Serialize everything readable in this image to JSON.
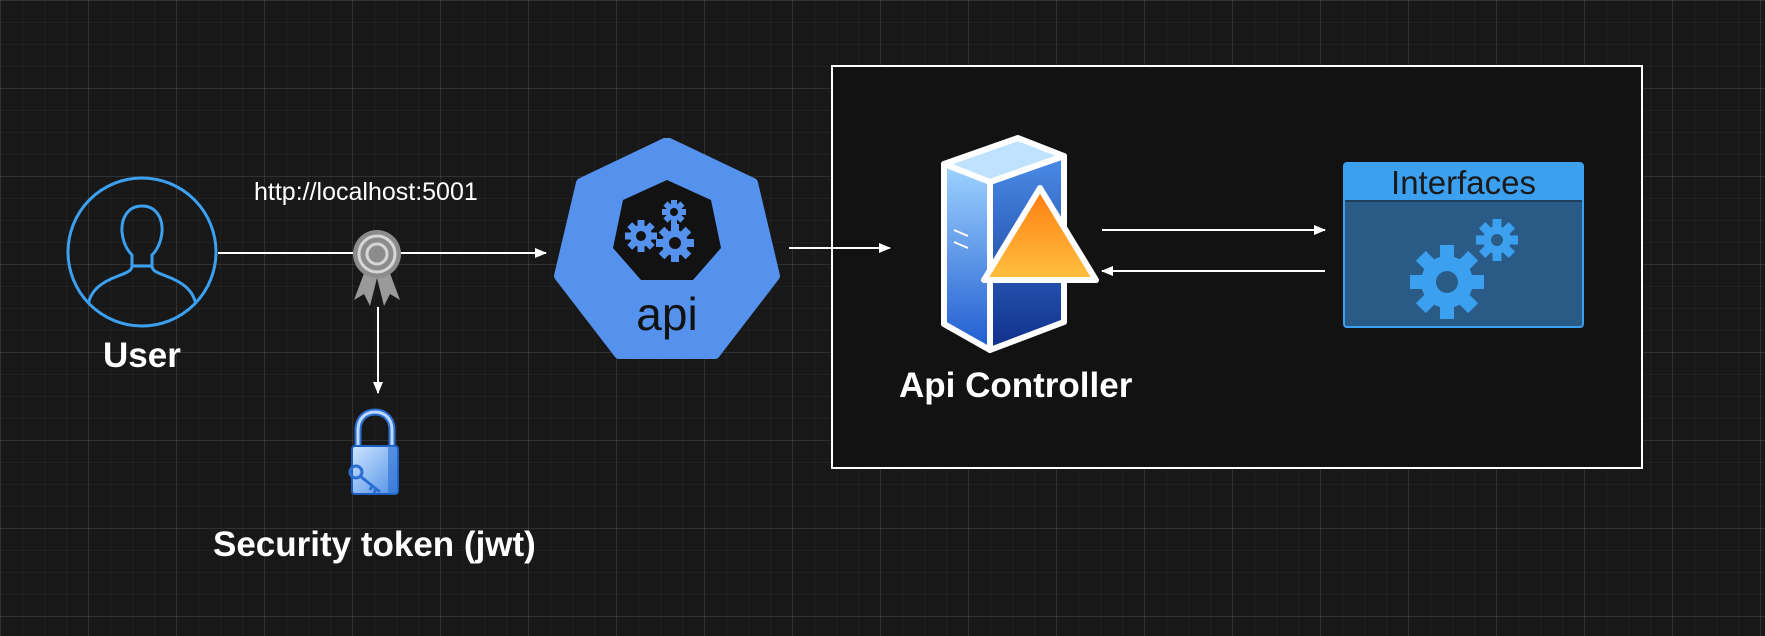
{
  "diagram": {
    "user": {
      "label": "User",
      "icon": "user-icon"
    },
    "connection": {
      "url": "http://localhost:5001",
      "icon": "certificate-icon"
    },
    "security": {
      "label": "Security token (jwt)",
      "icon": "padlock-icon"
    },
    "api": {
      "label": "api",
      "icon": "gears-heptagon-icon"
    },
    "controller": {
      "label": "Api Controller",
      "icon": "server-warning-icon"
    },
    "interfaces": {
      "label": "Interfaces",
      "icon": "gears-icon"
    }
  },
  "colors": {
    "background": "#181818",
    "accent_blue": "#3ba0f0",
    "api_blue": "#5592ee",
    "warning_orange": "#ff9a1a",
    "line": "#ffffff"
  }
}
